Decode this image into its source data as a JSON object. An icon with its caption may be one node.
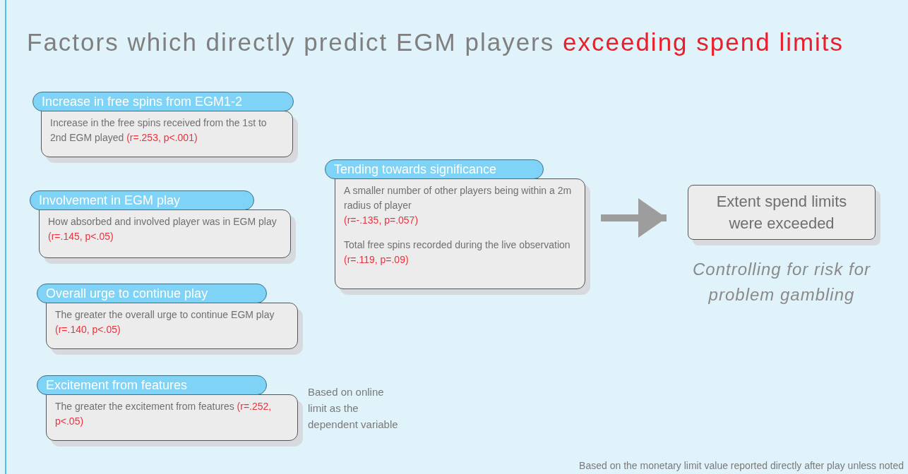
{
  "diagram": {
    "title": "Factors which directly predict EGM players",
    "nodes": [
      {
        "text": [
          "Increase in free spins from EGM1-2",
          "Increase in the free spins received from the 1st to 2nd EGM played",
          "(r=.253, p<.001)"
        ]
      },
      {
        "text": [
          "Involvement in EGM play",
          "How absorbed and involved player was in EGM play",
          "(r=.145, p<.05)"
        ]
      },
      {
        "text": [
          "Overall urge to continue play",
          "The greater the overall urge to continue EGM play",
          "(r=.140, p<.05)"
        ]
      },
      {
        "text": [
          "Excitement from features",
          "The greater the excitement from features",
          "(r=.252, p<.05)"
        ],
        "beside": [
          "Based on online limit as the dependent variable"
        ]
      },
      {
        "text": [
          "Tending towards significance",
          "A smaller number of other players being within a 2m radius of player",
          "(r=-.135, p=.057)",
          "Total free spins recorded during the live observation",
          "(r=.119, p=.09)"
        ]
      },
      {
        "text": [
          "Extent spend limits were exceeded"
        ],
        "beside": [
          "Controlling for risk for problem gambling"
        ]
      }
    ],
    "edges": [
      {
        "from": 4,
        "to": 5,
        "arrow": "to"
      }
    ],
    "labels": [
      "exceeding spend limits",
      "Based on the monetary limit value reported directly after play unless noted"
    ]
  }
}
